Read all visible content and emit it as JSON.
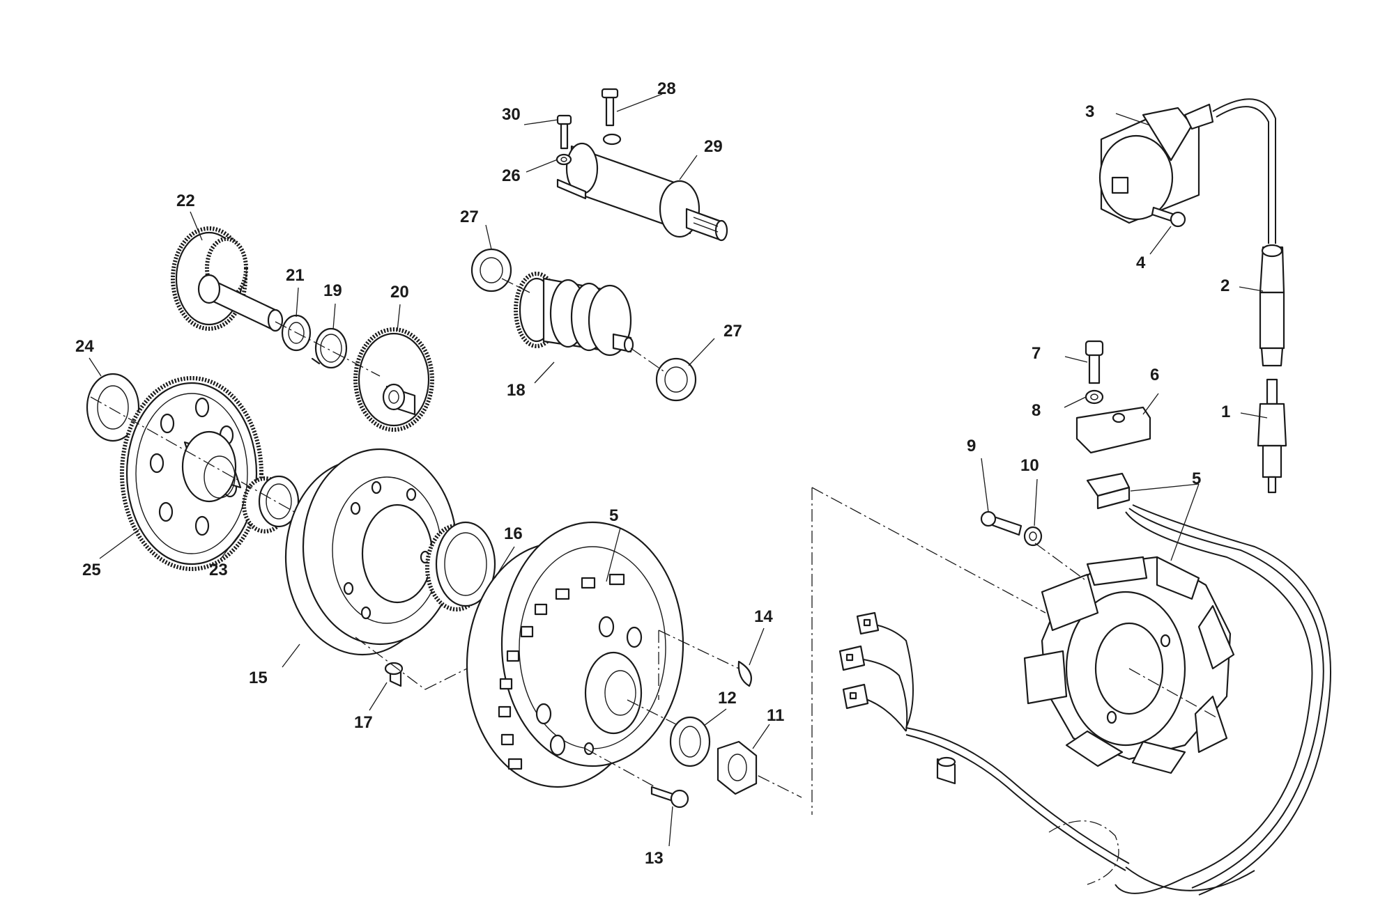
{
  "callouts": {
    "c1": "1",
    "c2": "2",
    "c3": "3",
    "c4": "4",
    "c5a": "5",
    "c5b": "5",
    "c6": "6",
    "c7": "7",
    "c8": "8",
    "c9": "9",
    "c10": "10",
    "c11": "11",
    "c12": "12",
    "c13": "13",
    "c14": "14",
    "c15": "15",
    "c16": "16",
    "c17": "17",
    "c18": "18",
    "c19": "19",
    "c20": "20",
    "c21": "21",
    "c22": "22",
    "c23": "23",
    "c24": "24",
    "c25": "25",
    "c26": "26",
    "c27a": "27",
    "c27b": "27",
    "c28": "28",
    "c29": "29",
    "c30": "30"
  }
}
